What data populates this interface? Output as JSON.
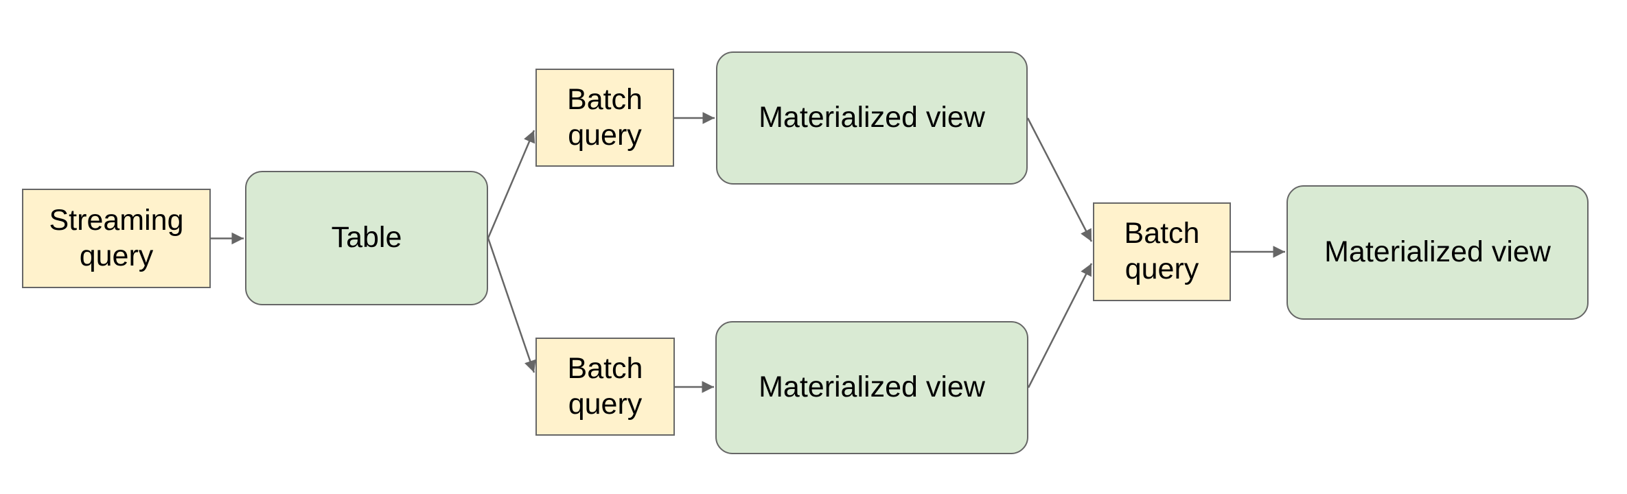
{
  "diagram": {
    "background": "#ffffff",
    "colors": {
      "query_node_fill": "#fff2cc",
      "dataset_node_fill": "#d9ead3",
      "node_border": "#666666",
      "arrow": "#666666",
      "text": "#000000"
    },
    "nodes": [
      {
        "id": "streaming-query",
        "label": "Streaming query",
        "kind": "query"
      },
      {
        "id": "table",
        "label": "Table",
        "kind": "dataset"
      },
      {
        "id": "batch-query-top",
        "label": "Batch query",
        "kind": "query"
      },
      {
        "id": "materialized-view-top",
        "label": "Materialized view",
        "kind": "dataset"
      },
      {
        "id": "batch-query-bottom",
        "label": "Batch query",
        "kind": "query"
      },
      {
        "id": "materialized-view-bottom",
        "label": "Materialized view",
        "kind": "dataset"
      },
      {
        "id": "batch-query-right",
        "label": "Batch query",
        "kind": "query"
      },
      {
        "id": "materialized-view-right",
        "label": "Materialized view",
        "kind": "dataset"
      }
    ],
    "edges": [
      {
        "from": "streaming-query",
        "to": "table"
      },
      {
        "from": "table",
        "to": "batch-query-top"
      },
      {
        "from": "table",
        "to": "batch-query-bottom"
      },
      {
        "from": "batch-query-top",
        "to": "materialized-view-top"
      },
      {
        "from": "batch-query-bottom",
        "to": "materialized-view-bottom"
      },
      {
        "from": "materialized-view-top",
        "to": "batch-query-right"
      },
      {
        "from": "materialized-view-bottom",
        "to": "batch-query-right"
      },
      {
        "from": "batch-query-right",
        "to": "materialized-view-right"
      }
    ]
  }
}
